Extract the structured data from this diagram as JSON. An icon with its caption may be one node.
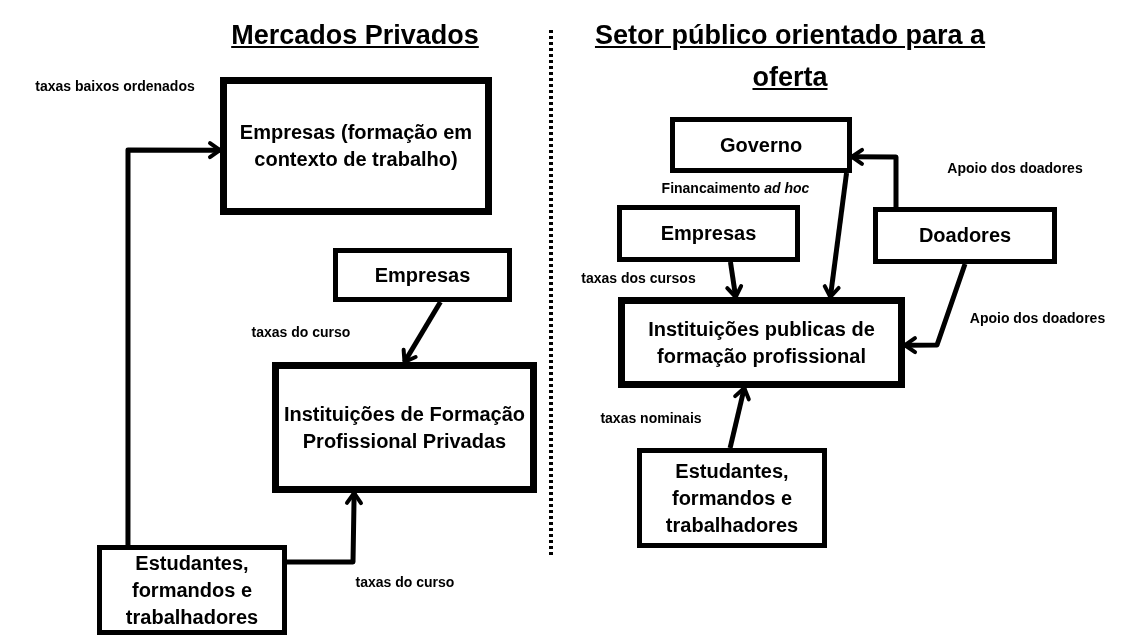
{
  "diagram": {
    "nodes": [
      {
        "text": [
          "Empresas (formação em contexto de trabalho)"
        ]
      },
      {
        "text": [
          "Empresas"
        ]
      },
      {
        "text": [
          "Instituições de Formação Profissional Privadas"
        ]
      },
      {
        "text": [
          "Estudantes, formandos e trabalhadores"
        ]
      },
      {
        "text": [
          "Governo"
        ]
      },
      {
        "text": [
          "Empresas"
        ]
      },
      {
        "text": [
          "Doadores"
        ]
      },
      {
        "text": [
          "Instituições publicas de formação profissional"
        ]
      },
      {
        "text": [
          "Estudantes, formandos e trabalhadores"
        ]
      }
    ],
    "edges": [
      {
        "from": 3,
        "to": 0,
        "arrow": "to",
        "label": "taxas baixos ordenados"
      },
      {
        "from": 1,
        "to": 2,
        "arrow": "to",
        "label": "taxas do curso"
      },
      {
        "from": 3,
        "to": 2,
        "arrow": "to",
        "label": "taxas do curso"
      },
      {
        "from": 4,
        "to": 7,
        "arrow": "to",
        "label": "Financaimento *ad hoc*"
      },
      {
        "from": 6,
        "to": 4,
        "arrow": "to",
        "label": "Apoio dos doadores"
      },
      {
        "from": 5,
        "to": 7,
        "arrow": "to",
        "label": "taxas dos cursos"
      },
      {
        "from": 6,
        "to": 7,
        "arrow": "to",
        "label": "Apoio dos doadores"
      },
      {
        "from": 8,
        "to": 7,
        "arrow": "to",
        "label": "taxas nominais"
      }
    ],
    "labels": [
      "Mercados Privados",
      "Setor público orientado para a oferta"
    ]
  }
}
